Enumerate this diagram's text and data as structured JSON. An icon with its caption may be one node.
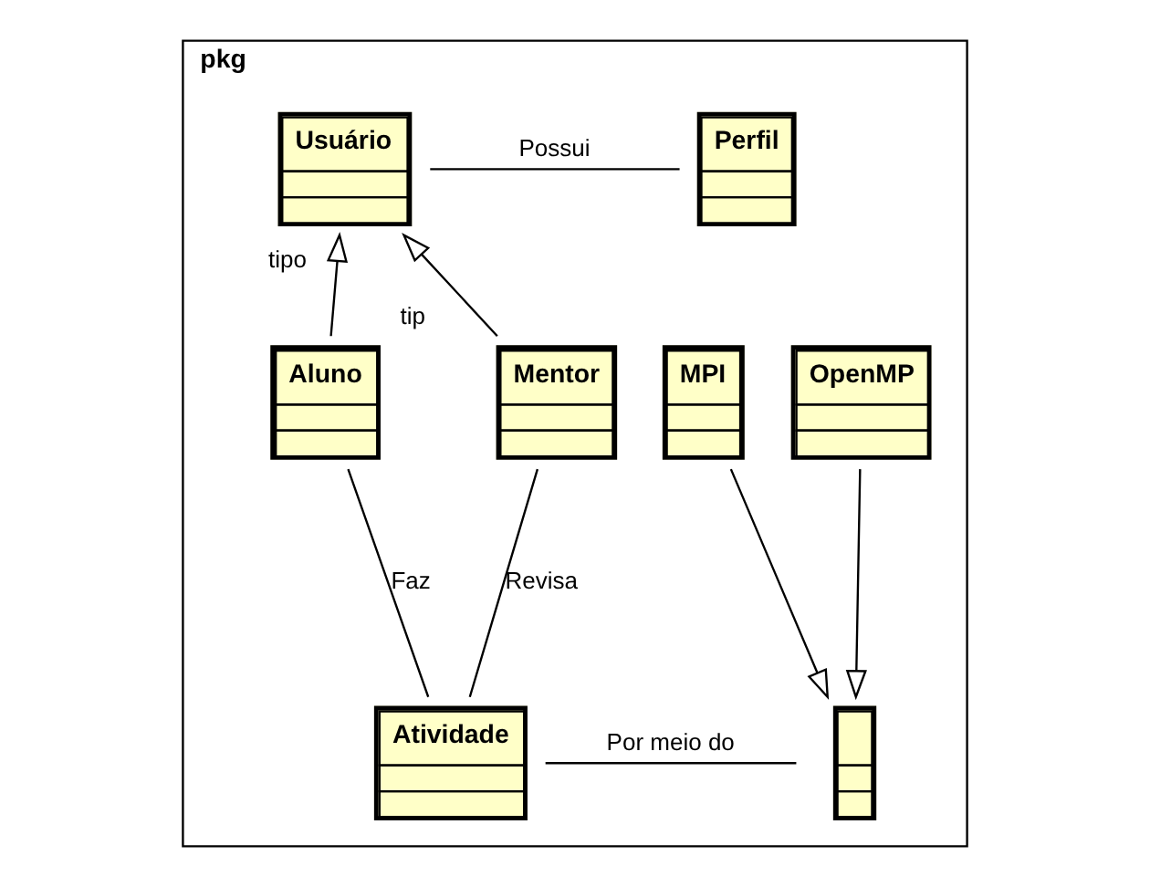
{
  "diagram": {
    "nodes": [
      {
        "text": [
          "pkg"
        ]
      },
      {
        "text": [
          "Usuário"
        ],
        "in": 0
      },
      {
        "text": [
          "Perfil"
        ],
        "in": 0
      },
      {
        "text": [
          "Aluno"
        ],
        "in": 0
      },
      {
        "text": [
          "Mentor"
        ],
        "in": 0
      },
      {
        "text": [
          "OpenMP"
        ],
        "in": 0
      },
      {
        "text": [
          "MPI"
        ],
        "in": 0
      },
      {
        "text": [
          "Atividade"
        ],
        "in": 0
      },
      {
        "text": [],
        "shape": "box",
        "in": 0
      }
    ],
    "edges": [
      {
        "from": 1,
        "to": 2,
        "arrow": "none",
        "label": "Possui"
      },
      {
        "from": 3,
        "to": 1,
        "arrow": "to",
        "label": "tipo"
      },
      {
        "from": 4,
        "to": 1,
        "arrow": "to",
        "label": "tip"
      },
      {
        "from": 3,
        "to": 7,
        "arrow": "none",
        "label": "Faz"
      },
      {
        "from": 4,
        "to": 7,
        "arrow": "none",
        "label": "Revisa"
      },
      {
        "from": 5,
        "to": 8,
        "arrow": "to"
      },
      {
        "from": 6,
        "to": 8,
        "arrow": "to"
      },
      {
        "from": 7,
        "to": 8,
        "arrow": "none",
        "label": "Por meio do"
      }
    ]
  }
}
